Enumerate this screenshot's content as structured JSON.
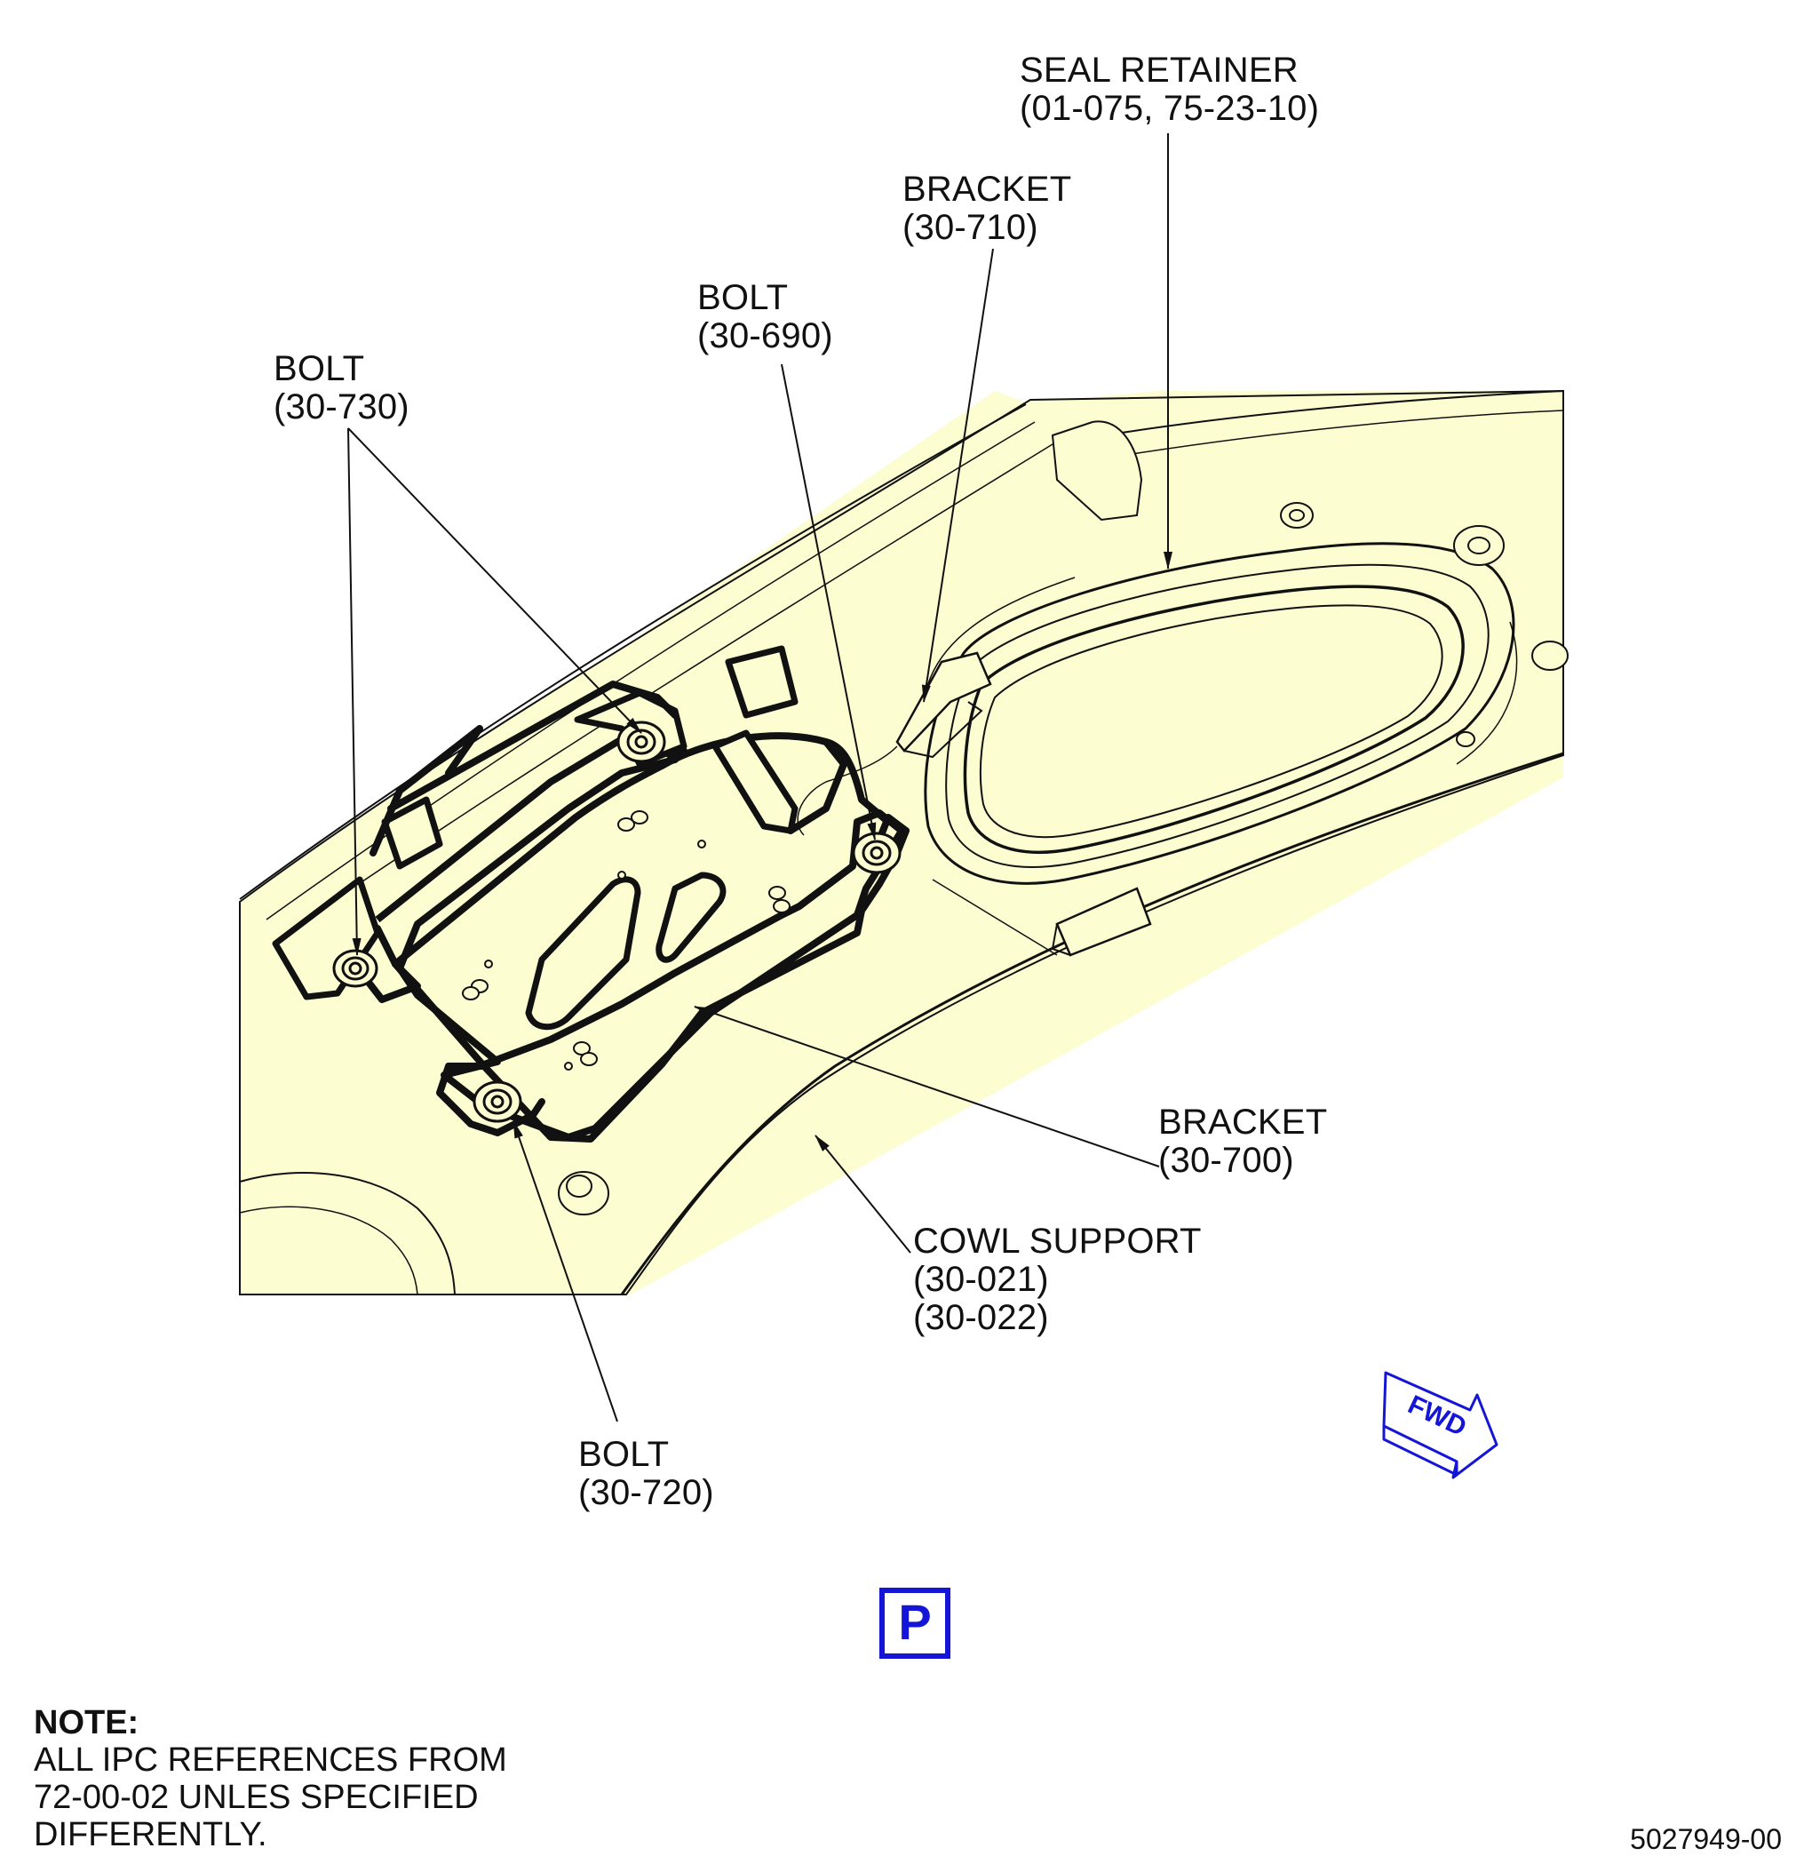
{
  "callouts": {
    "seal_retainer": {
      "line1": "SEAL RETAINER",
      "line2": "(01-075, 75-23-10)"
    },
    "bracket_710": {
      "line1": "BRACKET",
      "line2": "(30-710)"
    },
    "bolt_690": {
      "line1": "BOLT",
      "line2": "(30-690)"
    },
    "bolt_730": {
      "line1": "BOLT",
      "line2": "(30-730)"
    },
    "bracket_700": {
      "line1": "BRACKET",
      "line2": "(30-700)"
    },
    "cowl_support": {
      "line1": "COWL SUPPORT",
      "line2": "(30-021)",
      "line3": "(30-022)"
    },
    "bolt_720": {
      "line1": "BOLT",
      "line2": "(30-720)"
    }
  },
  "fwd_indicator": {
    "label": "FWD"
  },
  "view_marker": {
    "label": "P"
  },
  "note": {
    "title": "NOTE:",
    "lines": [
      "ALL IPC REFERENCES FROM",
      "72-00-02 UNLES SPECIFIED",
      "DIFFERENTLY."
    ]
  },
  "figure_id": "5027949-00",
  "colors": {
    "panel_fill": "#fdfdd2",
    "line": "#111111",
    "marker_blue": "#1515d8",
    "fwd_fill": "#ffffff"
  }
}
